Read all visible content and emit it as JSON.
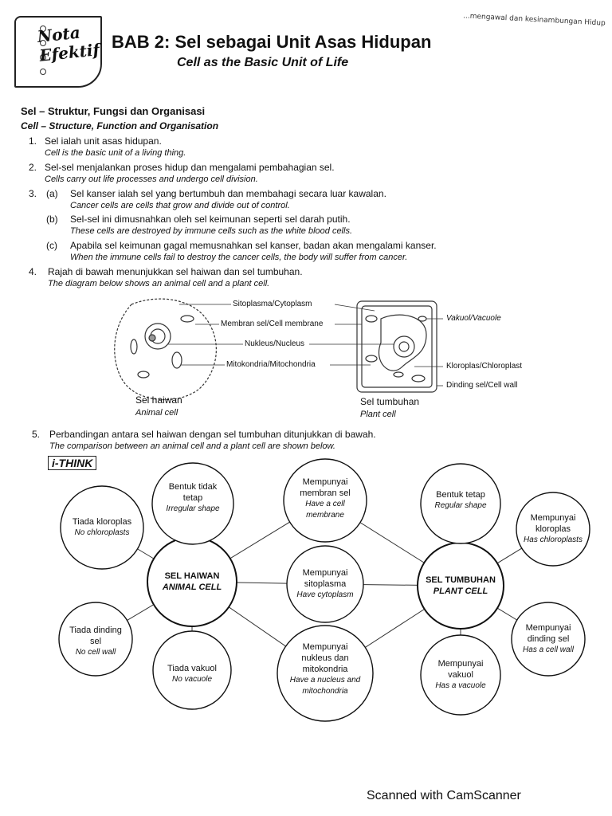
{
  "header": {
    "corner_text": "...mengawal dan kesinambungan Hidup",
    "badge_line1": "Nota",
    "badge_line2": "Efektif",
    "title": "BAB 2:  Sel sebagai Unit Asas Hidupan",
    "subtitle": "Cell as the Basic Unit of Life"
  },
  "section": {
    "title_ms": "Sel – Struktur, Fungsi dan Organisasi",
    "title_en": "Cell – Structure, Function and Organisation"
  },
  "points": [
    {
      "num": "1.",
      "ms": "Sel ialah unit asas hidupan.",
      "en": "Cell is the basic unit of a living thing."
    },
    {
      "num": "2.",
      "ms": "Sel-sel menjalankan proses hidup dan mengalami pembahagian sel.",
      "en": "Cells carry out life processes and undergo cell division."
    },
    {
      "num": "3.",
      "sub": "(a)",
      "ms": "Sel kanser ialah sel yang bertumbuh dan membahagi secara luar kawalan.",
      "en": "Cancer cells are cells that grow and divide out of control."
    },
    {
      "sub": "(b)",
      "ms": "Sel-sel ini dimusnahkan oleh sel keimunan seperti sel darah putih.",
      "en": "These cells are destroyed by immune cells such as the white blood cells."
    },
    {
      "sub": "(c)",
      "ms": "Apabila sel keimunan gagal memusnahkan sel kanser, badan akan mengalami kanser.",
      "en": "When the immune cells fail to destroy the cancer cells, the body will suffer from cancer."
    },
    {
      "num": "4.",
      "ms": "Rajah di bawah menunjukkan sel haiwan dan sel tumbuhan.",
      "en": "The diagram below shows an animal cell and a plant cell."
    }
  ],
  "diagram": {
    "labels_center": [
      "Sitoplasma/Cytoplasm",
      "Membran sel/Cell membrane",
      "Nukleus/Nucleus",
      "Mitokondria/Mitochondria"
    ],
    "labels_right": [
      "Vakuol/Vacuole",
      "Kloroplas/Chloroplast",
      "Dinding sel/Cell wall"
    ],
    "animal_ms": "Sel haiwan",
    "animal_en": "Animal cell",
    "plant_ms": "Sel tumbuhan",
    "plant_en": "Plant cell"
  },
  "point5": {
    "num": "5.",
    "ms": "Perbandingan antara sel haiwan dengan sel tumbuhan ditunjukkan di bawah.",
    "en": "The comparison between an animal cell and a plant cell are shown below."
  },
  "ithink": "i-THINK",
  "map": {
    "animal_center": {
      "ms": "SEL HAIWAN",
      "en": "ANIMAL CELL"
    },
    "plant_center": {
      "ms": "SEL TUMBUHAN",
      "en": "PLANT CELL"
    },
    "animal": [
      {
        "ms": "Bentuk tidak tetap",
        "en": "Irregular shape"
      },
      {
        "ms": "Tiada kloroplas",
        "en": "No chloroplasts"
      },
      {
        "ms": "Tiada dinding sel",
        "en": "No cell wall"
      },
      {
        "ms": "Tiada vakuol",
        "en": "No vacuole"
      }
    ],
    "shared": [
      {
        "ms": "Mempunyai membran sel",
        "en": "Have a cell membrane"
      },
      {
        "ms": "Mempunyai sitoplasma",
        "en": "Have cytoplasm"
      },
      {
        "ms": "Mempunyai nukleus dan mitokondria",
        "en": "Have a nucleus and mitochondria"
      }
    ],
    "plant": [
      {
        "ms": "Bentuk tetap",
        "en": "Regular shape"
      },
      {
        "ms": "Mempunyai kloroplas",
        "en": "Has chloroplasts"
      },
      {
        "ms": "Mempunyai dinding sel",
        "en": "Has a cell wall"
      },
      {
        "ms": "Mempunyai vakuol",
        "en": "Has a vacuole"
      }
    ]
  },
  "footer": "Scanned with CamScanner"
}
